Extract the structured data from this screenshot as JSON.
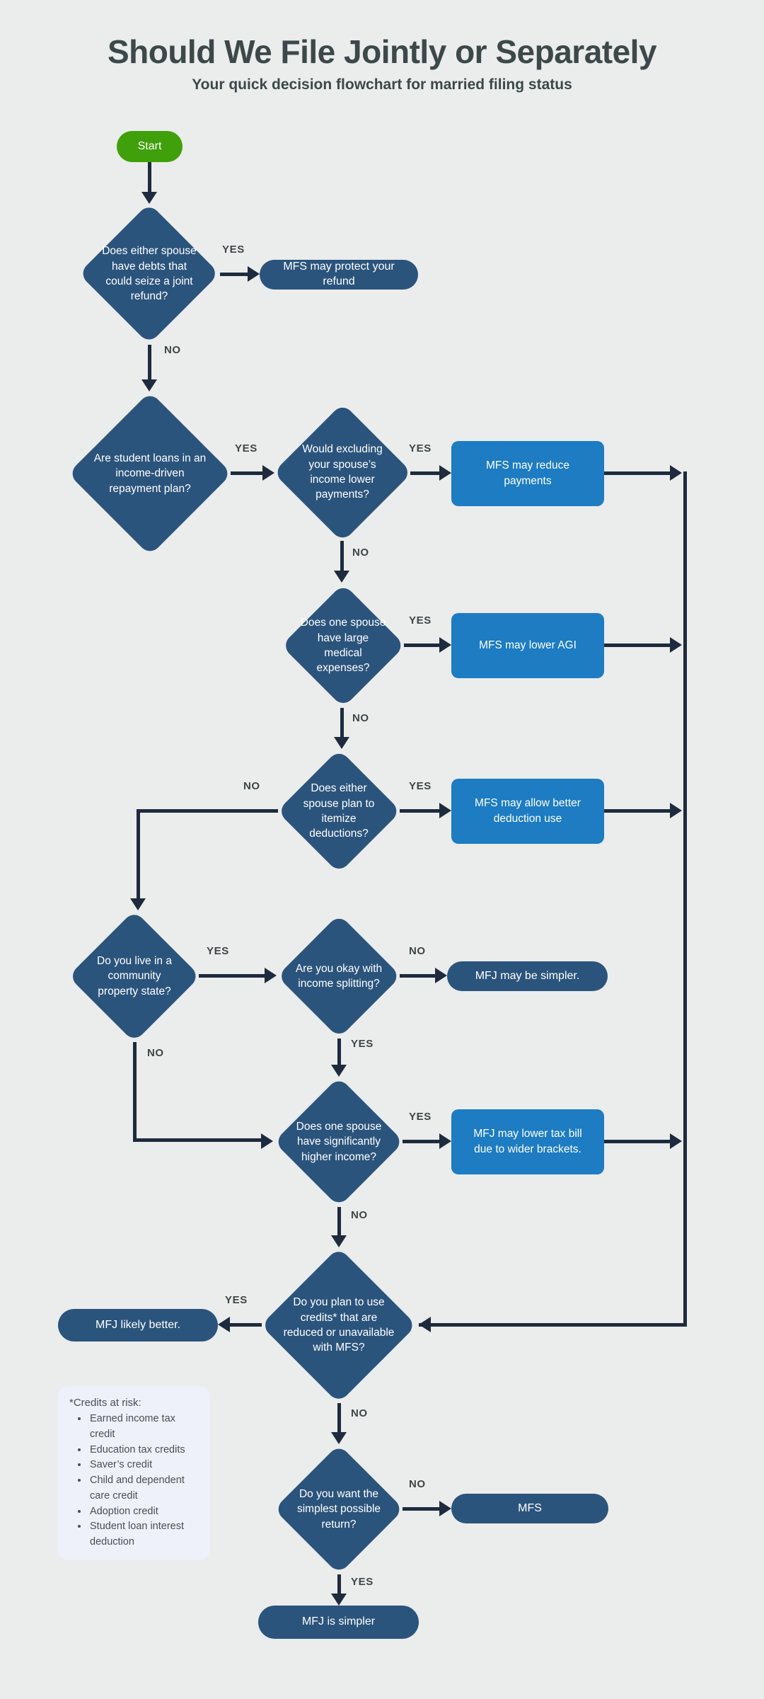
{
  "header": {
    "title": "Should We File Jointly or Separately",
    "subtitle": "Your quick decision flowchart for married filing status"
  },
  "labels": {
    "yes": "YES",
    "no": "NO"
  },
  "nodes": {
    "start": "Start",
    "q_debts": "Does either spouse have debts that could seize a joint refund?",
    "r_protect_refund": "MFS may protect your refund",
    "q_student_loans": "Are student loans in an income-driven repayment plan?",
    "q_exclude_income": "Would excluding your spouse’s income lower payments?",
    "r_reduce_payments": "MFS may reduce payments",
    "q_medical": "Does one spouse have large medical expenses?",
    "r_lower_agi": "MFS may lower AGI",
    "q_itemize": "Does either spouse plan to itemize deductions?",
    "r_deduction_use": "MFS may allow better deduction use",
    "q_community_property": "Do you live in a community property state?",
    "q_income_splitting": "Are you okay with income splitting?",
    "r_mfj_may_be_simpler": "MFJ may be simpler.",
    "q_higher_income": "Does one spouse have significantly higher income?",
    "r_wider_brackets": "MFJ may lower tax bill due to wider brackets.",
    "q_credits": "Do you plan to use credits* that are reduced or unavailable with MFS?",
    "r_mfj_likely_better": "MFJ likely better.",
    "q_simplest_return": "Do you want the simplest possible return?",
    "r_mfs": "MFS",
    "r_mfj_is_simpler": "MFJ is simpler"
  },
  "credits_note": {
    "title": "*Credits at risk:",
    "items": [
      "Earned income tax credit",
      "Education tax credits",
      "Saver’s credit",
      "Child and dependent care credit",
      "Adoption credit",
      "Student loan interest deduction"
    ]
  },
  "colors": {
    "background": "#ebecec",
    "decision_navy": "#2b547c",
    "result_blue": "#1d7cc2",
    "start_green": "#3fa00b",
    "connector": "#1e2b3e"
  }
}
